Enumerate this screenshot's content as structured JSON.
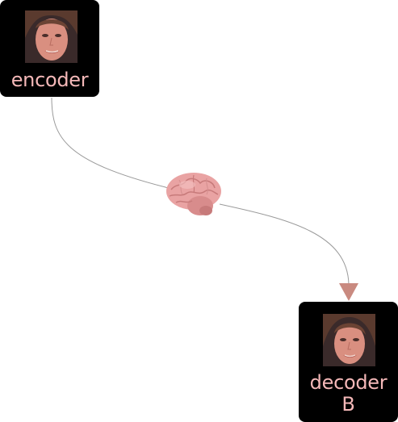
{
  "nodes": {
    "encoder": {
      "label": "encoder",
      "image": "face-photo"
    },
    "decoder": {
      "label_line1": "decoder",
      "label_line2": "B",
      "image": "face-photo"
    }
  },
  "edge": {
    "from": "encoder",
    "to": "decoder",
    "midpoint_icon": "brain-icon",
    "arrowhead": "down"
  },
  "colors": {
    "node_background": "#000000",
    "label_text": "#f4b8b8",
    "edge_line": "#9a9a9a",
    "arrowhead": "#c98a80",
    "brain": "#e9a3a3"
  }
}
